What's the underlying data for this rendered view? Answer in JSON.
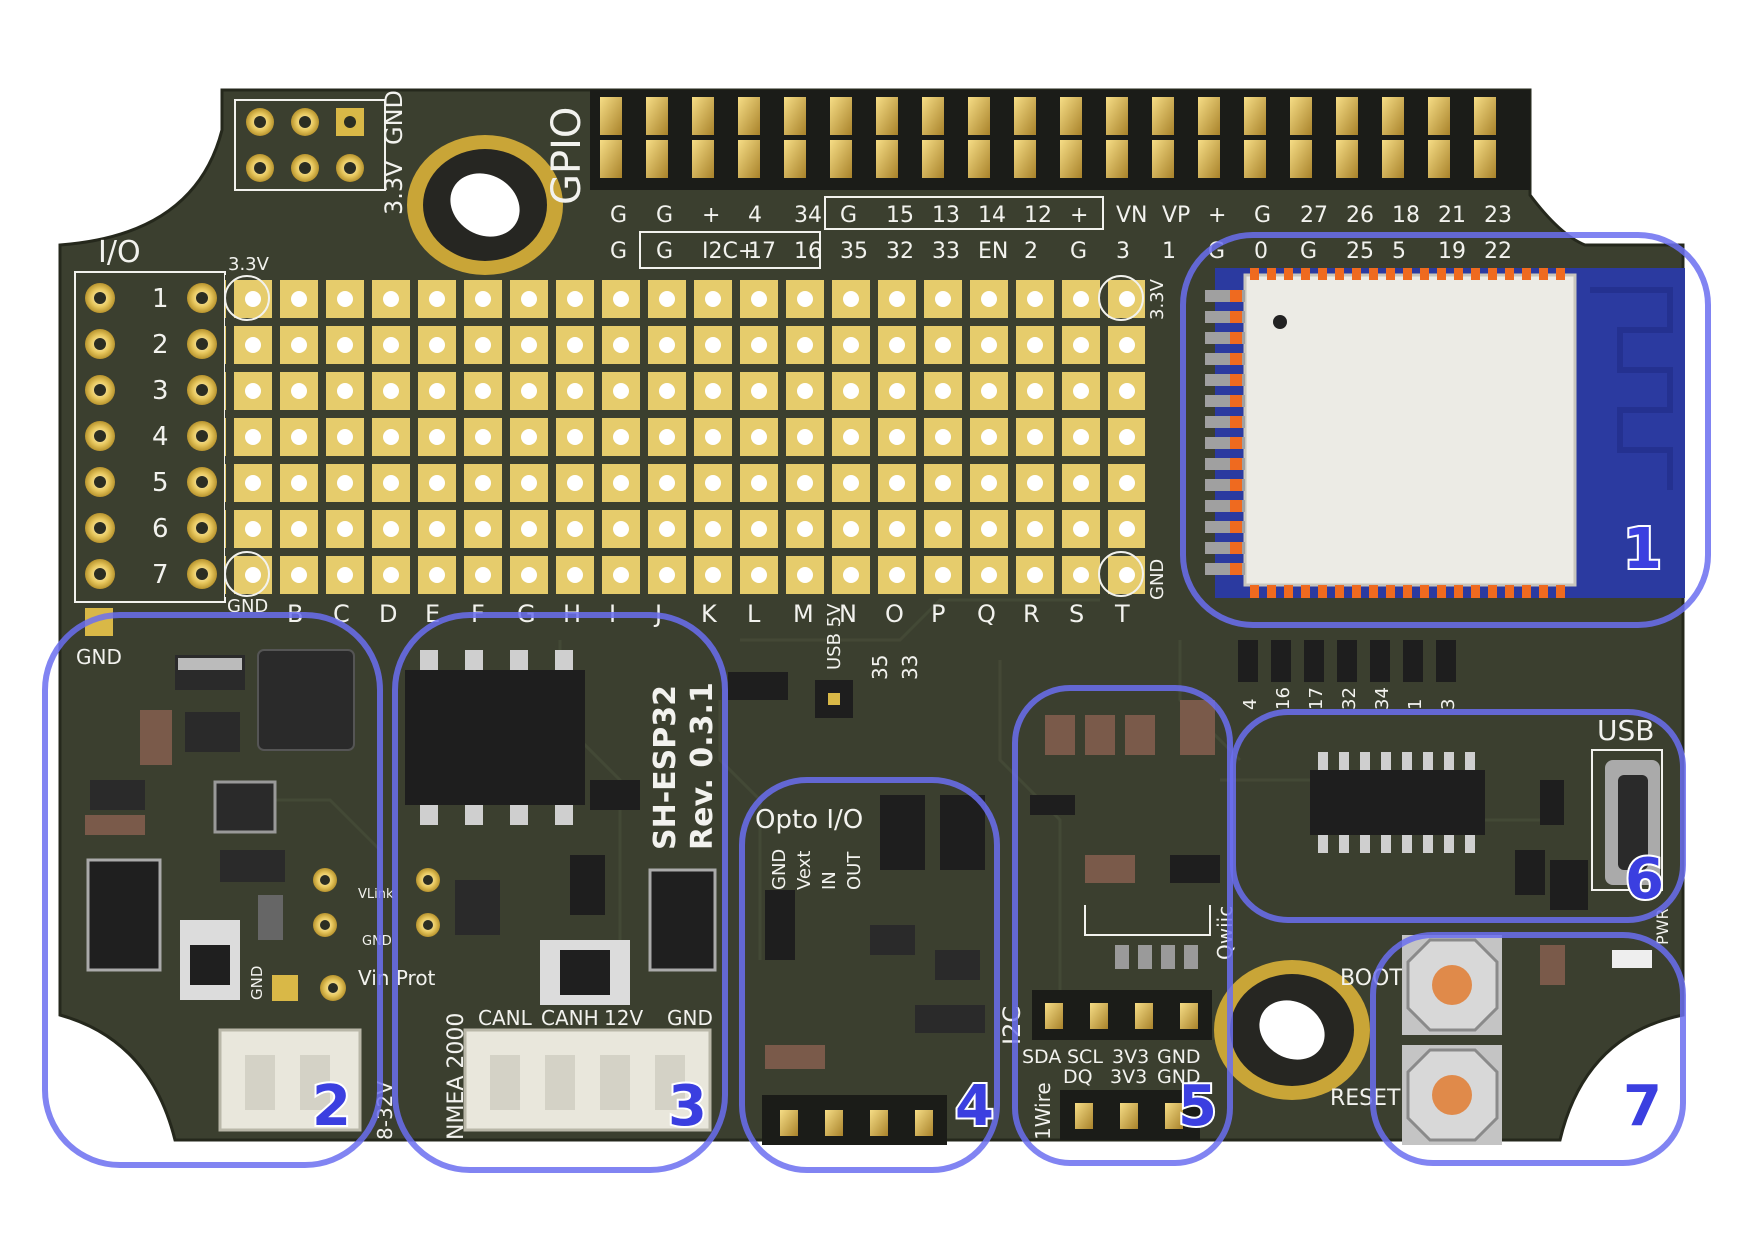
{
  "board": {
    "model": "SH-ESP32",
    "revision": "Rev. 0.3.1",
    "colors": {
      "pcb": "#3b3f2f",
      "pcb_dark": "#2c2f22",
      "gold": "#e3c45a",
      "silkscreen": "#f2f2ee",
      "zone_outline": "#6b6ff0",
      "zone_number": "#3b3fe0",
      "module_shield": "#ecebe5",
      "module_antenna": "#2b3aa0",
      "orange_pads": "#ef6a1f"
    }
  },
  "labels": {
    "gpio": "GPIO",
    "pwr_header_3v3": "3.3V",
    "pwr_header_gnd": "GND",
    "io": "I/O",
    "proto_3v3_tl": "3.3V",
    "proto_3v3_tr": "3.3V",
    "proto_gnd_bl": "GND",
    "proto_gnd_br": "GND",
    "io_gnd": "GND",
    "usb5v": "USB 5V",
    "opto_io": "Opto I/O",
    "opto_pins": [
      "GND",
      "Vext",
      "IN",
      "OUT"
    ],
    "vlink": "VLink",
    "gnd_jumper": "GND",
    "vin_prot": "Vin Prot",
    "gnd_small": "GND",
    "power_range": "8-32V",
    "nmea": "NMEA 2000",
    "can_pins": [
      "CANL",
      "CANH",
      "12V",
      "GND"
    ],
    "qwiic": "Qwiic",
    "i2c": "I2C",
    "i2c_pins": [
      "SDA",
      "SCL",
      "3V3",
      "GND"
    ],
    "onewire": "1Wire",
    "onewire_pins": [
      "DQ",
      "3V3",
      "GND"
    ],
    "usb": "USB",
    "pwr": "PWR",
    "boot": "BOOT",
    "reset": "RESET",
    "gpio_header_top_row": [
      "G",
      "G",
      "+",
      "4",
      "34",
      "G",
      "15",
      "13",
      "14",
      "12",
      "+",
      "VN",
      "VP",
      "+",
      "G",
      "27",
      "26",
      "18",
      "21",
      "23"
    ],
    "gpio_header_bottom_row": [
      "G",
      "G",
      "I2C+",
      "17",
      "16",
      "35",
      "32",
      "33",
      "EN",
      "2",
      "G",
      "3",
      "1",
      "G",
      "0",
      "G",
      "25",
      "5",
      "19",
      "22"
    ],
    "proto_cols": [
      "B",
      "C",
      "D",
      "E",
      "F",
      "G",
      "H",
      "I",
      "J",
      "K",
      "L",
      "M",
      "N",
      "O",
      "P",
      "Q",
      "R",
      "S",
      "T"
    ],
    "proto_rows": [
      "1",
      "2",
      "3",
      "4",
      "5",
      "6",
      "7"
    ],
    "pin_row_mid": [
      "35",
      "33"
    ],
    "pin_row_right": [
      "4",
      "16",
      "17",
      "32",
      "34",
      "1",
      "3"
    ]
  },
  "zones": [
    {
      "number": "1",
      "name": "esp32-module"
    },
    {
      "number": "2",
      "name": "power-supply"
    },
    {
      "number": "3",
      "name": "nmea2000-can"
    },
    {
      "number": "4",
      "name": "opto-io"
    },
    {
      "number": "5",
      "name": "i2c-1wire"
    },
    {
      "number": "6",
      "name": "usb"
    },
    {
      "number": "7",
      "name": "buttons"
    }
  ]
}
